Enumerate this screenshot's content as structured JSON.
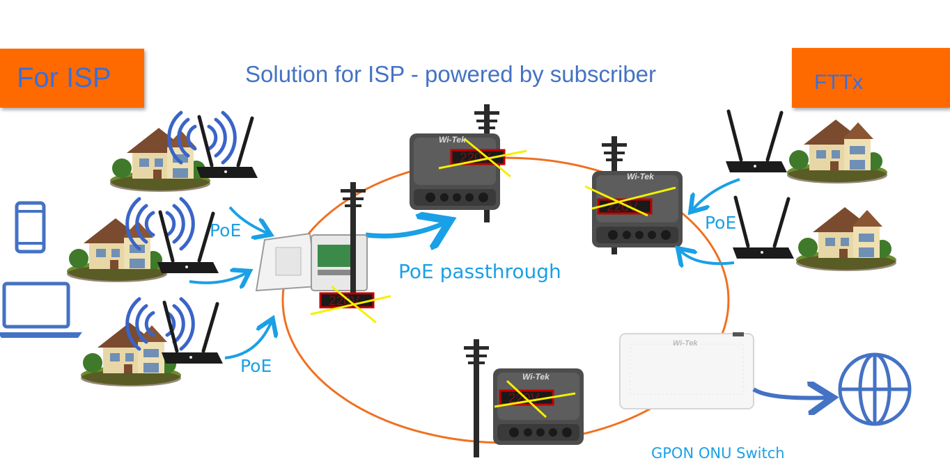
{
  "header": {
    "left_tag": "For ISP",
    "right_tag": "FTTx",
    "title": "Solution for ISP - powered by subscriber"
  },
  "labels": {
    "poe_left_top": "PoE",
    "poe_left_bottom": "PoE",
    "poe_right": "PoE",
    "passthrough": "PoE passthrough",
    "gpon": "GPON ONU Switch"
  },
  "voltage": {
    "text": "220V"
  },
  "brand": {
    "logo_text": "Wi-Tek"
  },
  "colors": {
    "tag_bg": "#ff6a00",
    "tag_text": "#3a6fd8",
    "title": "#4472c4",
    "label": "#1aa0e6",
    "ring": "#f07020",
    "arrow": "#1aa0e6",
    "icon_blue": "#4472c4",
    "cross": "#f5f000",
    "voltage_box": "#c00000"
  },
  "icons": [
    "house-icon",
    "router-icon",
    "wifi-signal-icon",
    "utility-pole-icon",
    "outdoor-enclosure-icon",
    "smartphone-icon",
    "laptop-icon",
    "globe-icon",
    "gpon-switch-icon"
  ]
}
